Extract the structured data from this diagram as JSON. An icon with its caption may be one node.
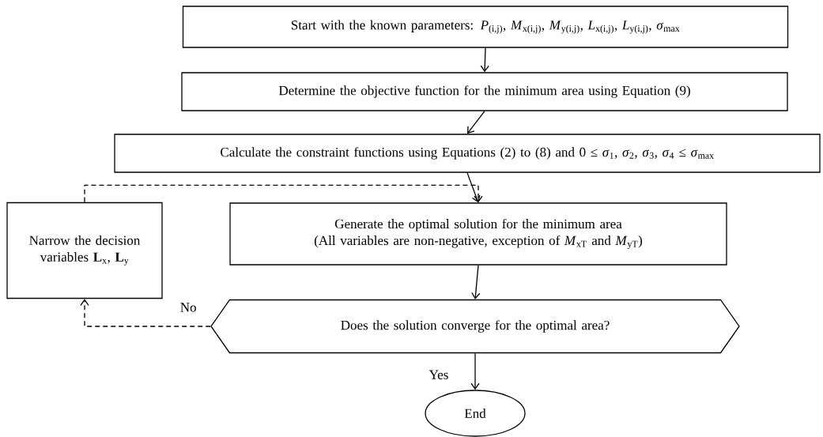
{
  "diagram": {
    "nodes": [
      {
        "text": [
          "Start with the known parameters: *P*$_{(i,j)}$, *M*$_{x(i,j)}$, *M*$_{y(i,j)}$, *L*$_{x(i,j)}$, *L*$_{y(i,j)}$, *σ*$_{max}$"
        ]
      },
      {
        "text": [
          "Determine the objective function for the minimum area using Equation (9)"
        ]
      },
      {
        "text": [
          "Calculate the constraint functions using Equations (2) to (8) and 0 ≤ *σ*$_{1}$, *σ*$_{2}$, *σ*$_{3}$, *σ*$_{4}$ ≤ *σ*$_{max}$"
        ]
      },
      {
        "text": [
          "Narrow the decision variables **L**$_{x}$, **L**$_{y}$"
        ]
      },
      {
        "text": [
          "Generate the optimal solution for the minimum area",
          "(All variables are non-negative, exception of *M*$_{xT}$ and *M*$_{yT}$)"
        ]
      },
      {
        "text": [
          "Does the solution converge for the optimal area?"
        ]
      },
      {
        "text": [
          "End"
        ]
      }
    ],
    "edges": [
      {
        "from": 0,
        "to": 1,
        "arrow": "to"
      },
      {
        "from": 1,
        "to": 2,
        "arrow": "to"
      },
      {
        "from": 2,
        "to": 4,
        "arrow": "to"
      },
      {
        "from": 4,
        "to": 5,
        "arrow": "to"
      },
      {
        "from": 5,
        "to": 6,
        "arrow": "to",
        "label": "Yes"
      },
      {
        "from": 5,
        "to": 3,
        "arrow": "to",
        "label": "No",
        "style": "dashed"
      },
      {
        "from": 3,
        "to": 4,
        "arrow": "to",
        "style": "dashed"
      }
    ]
  }
}
